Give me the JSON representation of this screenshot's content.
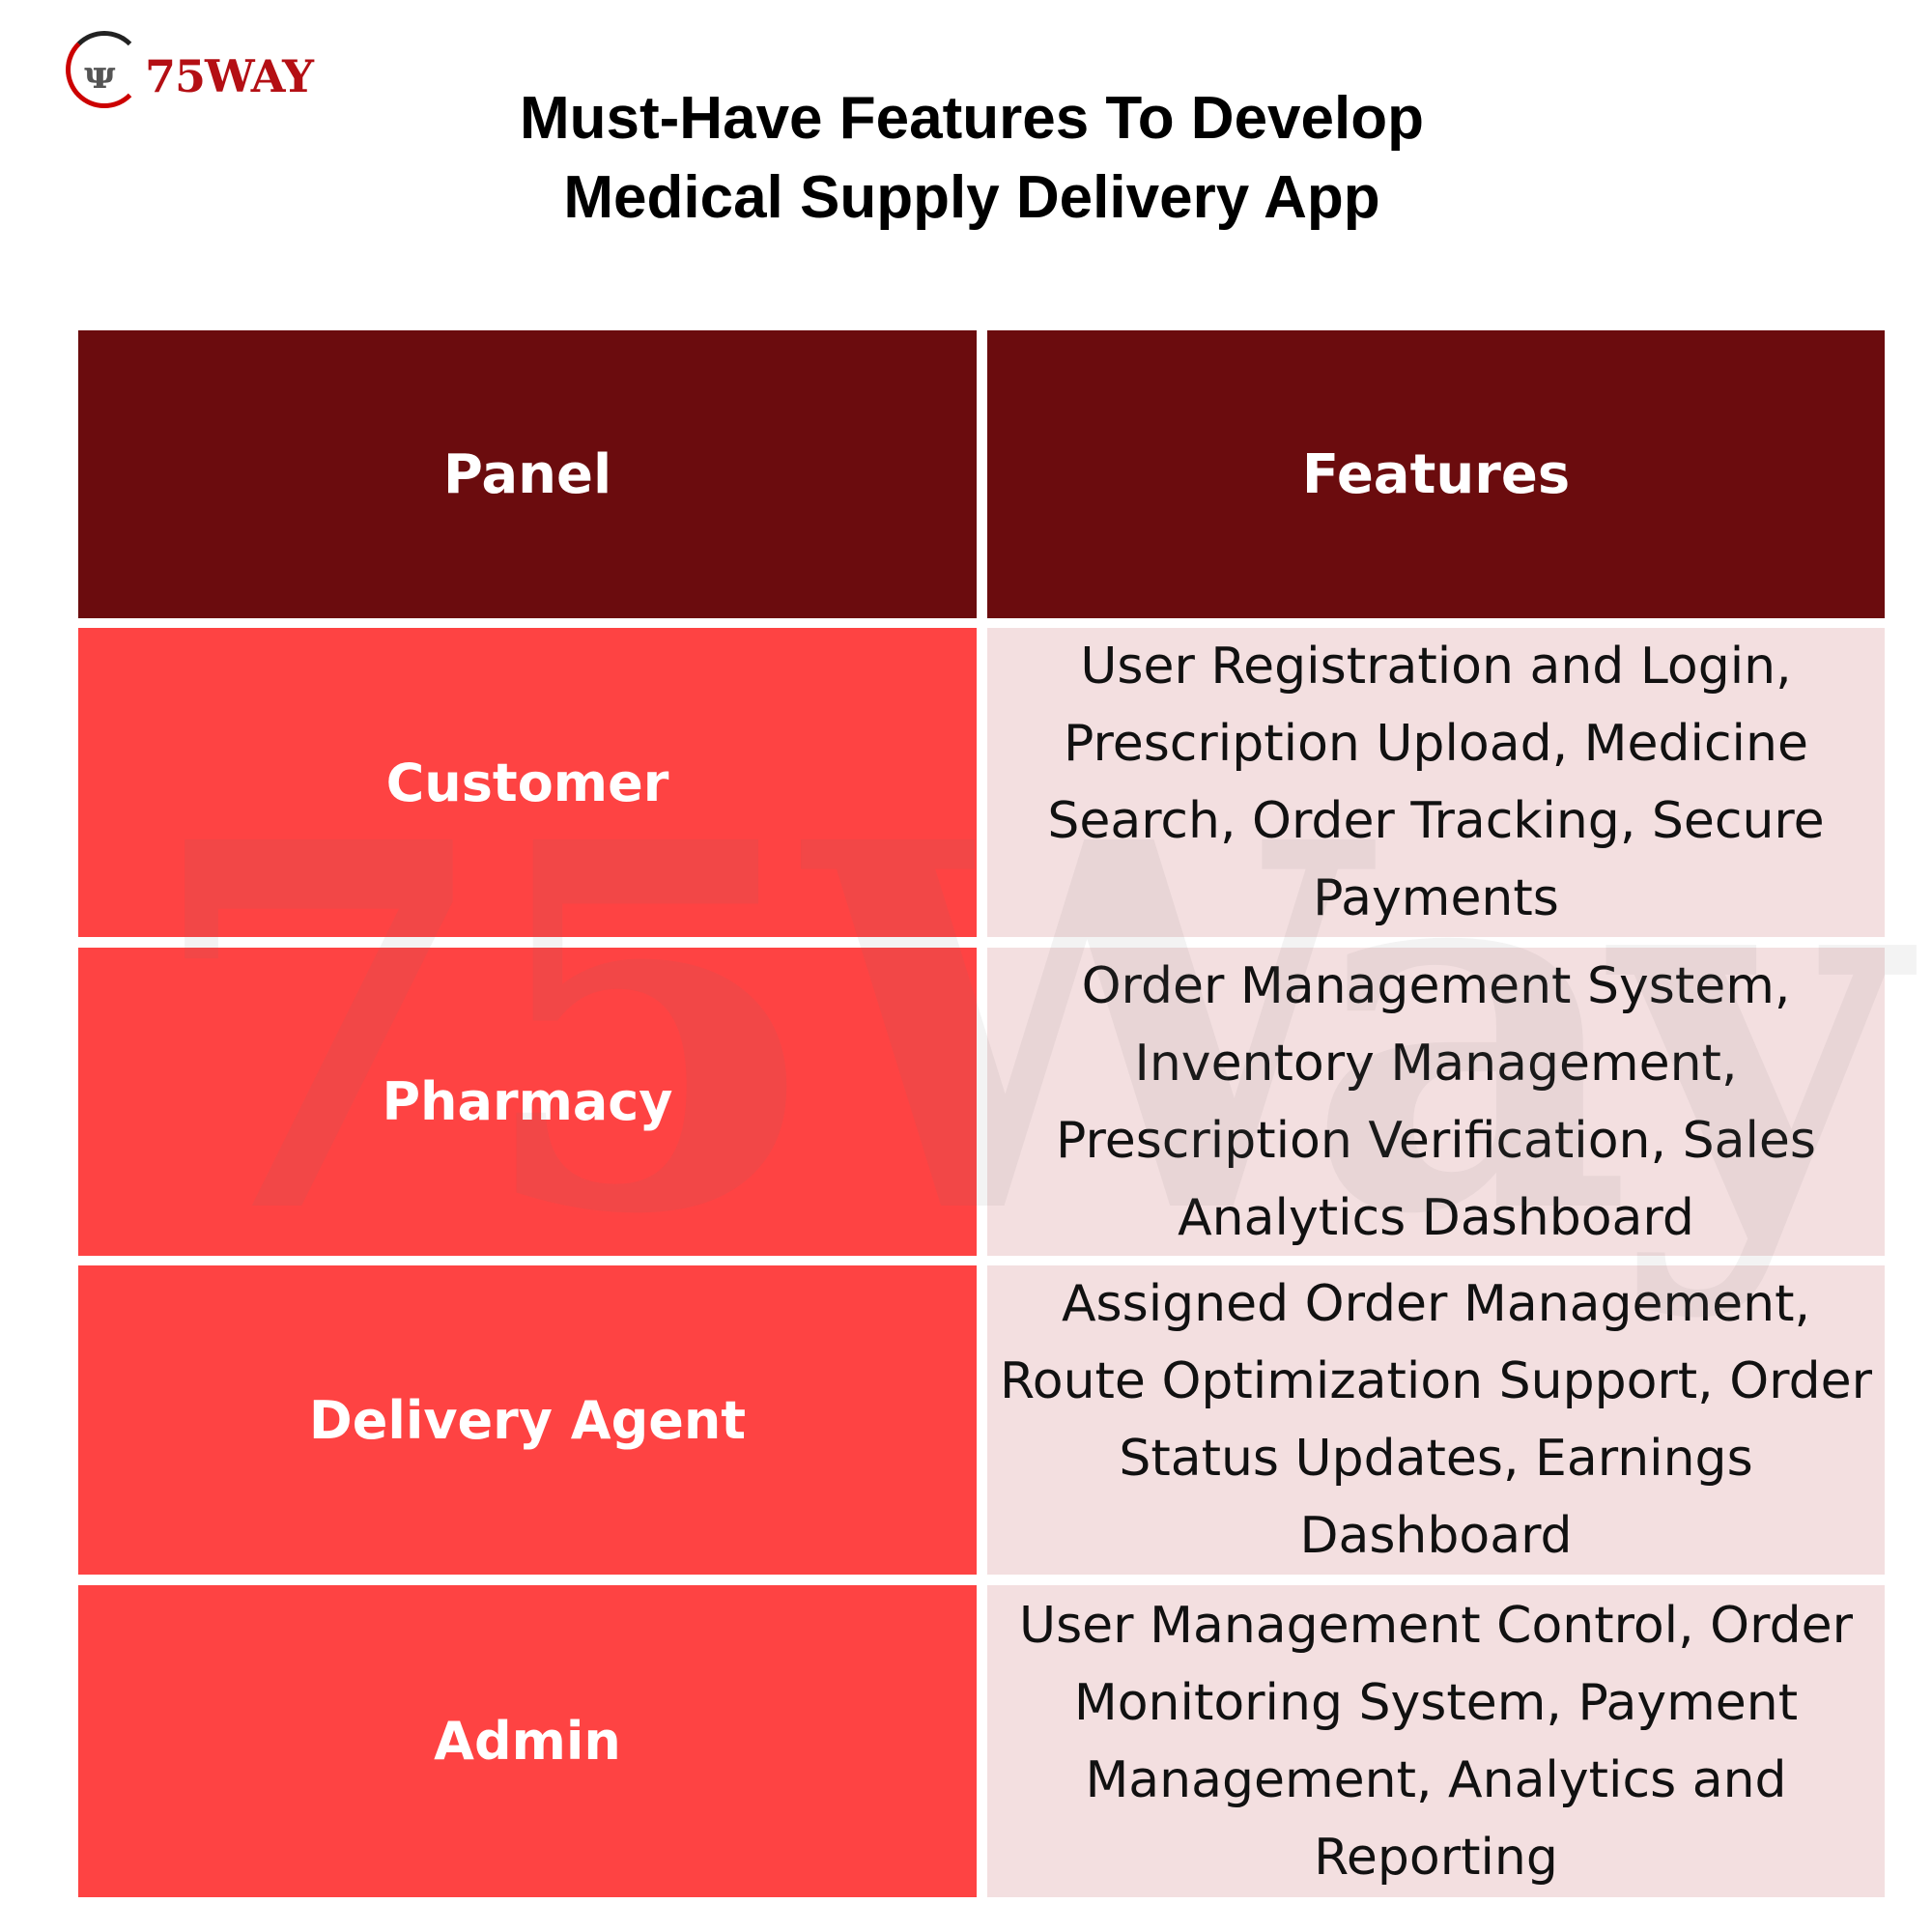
{
  "logo": {
    "text": "75WAY"
  },
  "title": {
    "line1": "Must-Have Features To Develop",
    "line2": "Medical Supply Delivery App"
  },
  "watermark": "75Way",
  "table": {
    "headers": [
      "Panel",
      "Features"
    ],
    "rows": [
      {
        "panel": "Customer",
        "features": "User Registration and Login, Prescription Upload, Medicine Search, Order Tracking, Secure Payments"
      },
      {
        "panel": "Pharmacy",
        "features": "Order Management System, Inventory Management, Prescription Verification, Sales Analytics Dashboard"
      },
      {
        "panel": "Delivery Agent",
        "features": "Assigned Order Management, Route Optimization Support, Order Status Updates, Earnings Dashboard"
      },
      {
        "panel": "Admin",
        "features": "User Management Control, Order Monitoring System, Payment Management, Analytics and Reporting"
      }
    ]
  },
  "colors": {
    "header": "#6b0c0e",
    "panel_cell": "#fe4343",
    "feature_cell": "#f3dfe0"
  }
}
